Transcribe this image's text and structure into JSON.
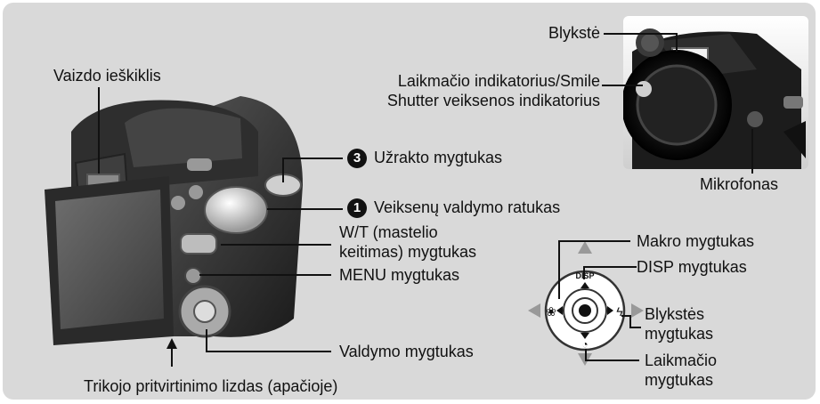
{
  "labels": {
    "flash": "Blykstė",
    "timer_indicator": "Laikmačio indikatorius/Smile\nShutter veiksenos indikatorius",
    "microphone": "Mikrofonas",
    "viewfinder": "Vaizdo ieškiklis",
    "shutter_number": "3",
    "shutter": "Užrakto mygtukas",
    "mode_dial_number": "1",
    "mode_dial": "Veiksenų valdymo ratukas",
    "zoom_button": "W/T (mastelio\nkeitimas) mygtukas",
    "menu_button": "MENU mygtukas",
    "control_button": "Valdymo mygtukas",
    "tripod": "Trikojo pritvirtinimo lizdas (apačioje)",
    "macro_button": "Makro mygtukas",
    "disp_button": "DISP mygtukas",
    "flash_button": "Blykstės\nmygtukas",
    "timer_button": "Laikmačio\nmygtukas"
  },
  "control_wheel": {
    "top_text": "DISP"
  }
}
